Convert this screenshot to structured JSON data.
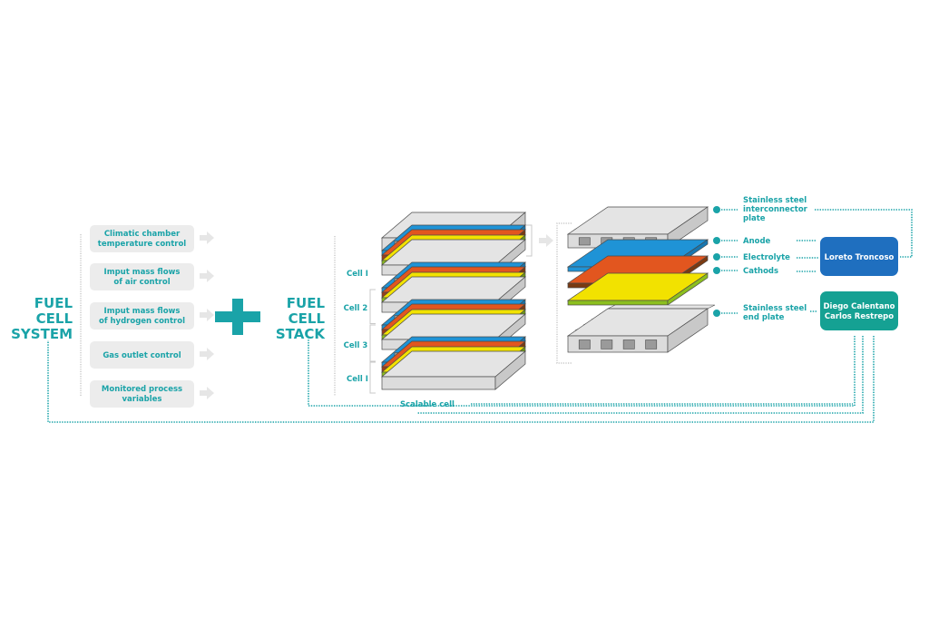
{
  "system": {
    "title_lines": [
      "FUEL",
      "CELL",
      "SYSTEM"
    ],
    "boxes": [
      {
        "lines": [
          "Climatic chamber",
          "temperature control"
        ]
      },
      {
        "lines": [
          "Imput mass flows",
          "of air control"
        ]
      },
      {
        "lines": [
          "Imput mass flows",
          "of hydrogen control"
        ]
      },
      {
        "lines": [
          "Gas outlet control"
        ]
      },
      {
        "lines": [
          "Monitored process",
          "variables"
        ]
      }
    ],
    "plus_icon": "plus-icon"
  },
  "stack": {
    "title_lines": [
      "FUEL",
      "CELL",
      "STACK"
    ],
    "cell_labels": [
      "Cell I",
      "Cell 2",
      "Cell 3",
      "Cell I"
    ],
    "scalable_label": "Scalable cell"
  },
  "components": {
    "labels": [
      {
        "lines": [
          "Stainless steel",
          "interconnector",
          "plate"
        ]
      },
      {
        "lines": [
          "Anode"
        ]
      },
      {
        "lines": [
          "Electrolyte"
        ]
      },
      {
        "lines": [
          "Cathods"
        ]
      },
      {
        "lines": [
          "Stainless steel",
          "end plate"
        ]
      }
    ]
  },
  "people": {
    "box1": {
      "lines": [
        "Loreto Troncoso"
      ],
      "color": "#1f6fbf"
    },
    "box2": {
      "lines": [
        "Diego Calentano",
        "Carlos Restrepo"
      ],
      "color": "#15a193"
    }
  },
  "colors": {
    "teal": "#1aa3a8",
    "anode": "#1f93d6",
    "electrolyte": "#e2561f",
    "cathode": "#f2e200",
    "cathode_edge": "#8cbf1e",
    "electrolyte_edge": "#7a3a12",
    "plate": "#dcdcdc"
  }
}
